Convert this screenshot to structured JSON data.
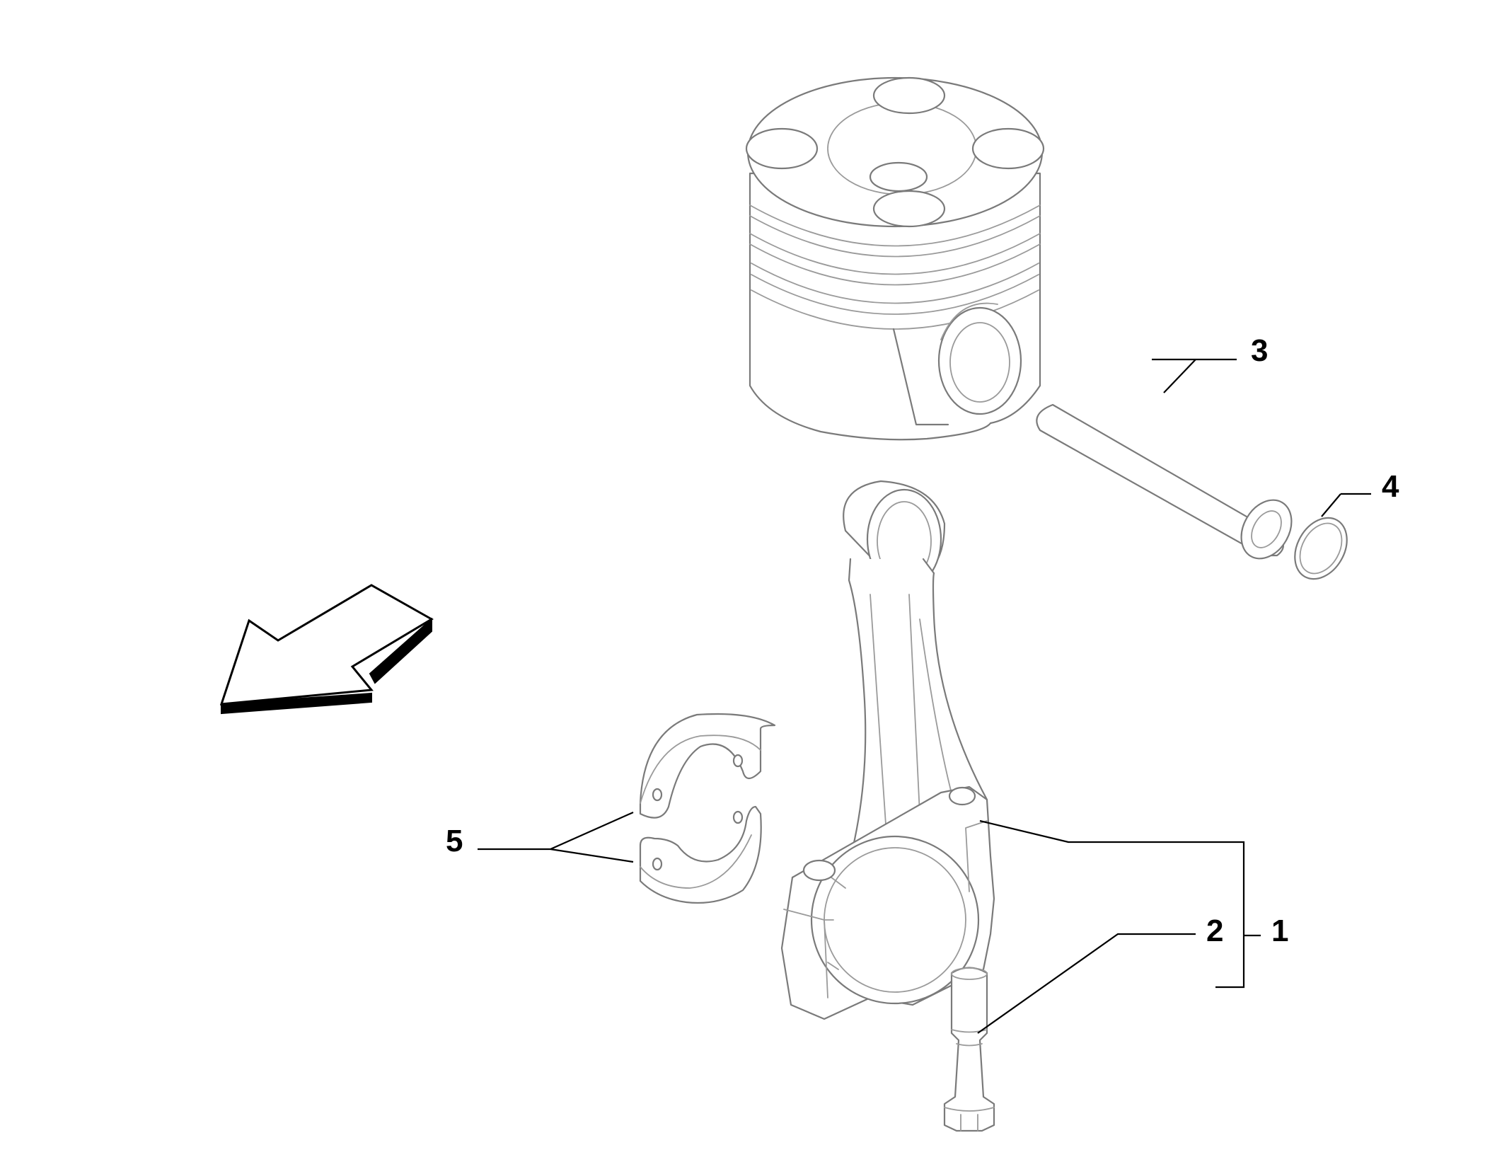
{
  "callouts": {
    "c1": "1",
    "c2": "2",
    "c3": "3",
    "c4": "4",
    "c5": "5"
  },
  "parts": [
    {
      "ref": "1",
      "name": "connecting-rod"
    },
    {
      "ref": "2",
      "name": "connecting-rod-bolt"
    },
    {
      "ref": "3",
      "name": "piston-pin"
    },
    {
      "ref": "4",
      "name": "pin-circlip"
    },
    {
      "ref": "5",
      "name": "bearing-shells"
    }
  ],
  "colors": {
    "ink": "#000000",
    "part_outline": "#7a7a7a",
    "background": "#ffffff"
  }
}
